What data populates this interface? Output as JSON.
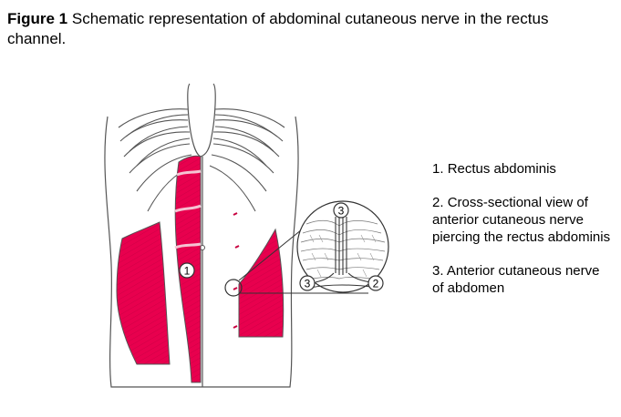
{
  "caption": {
    "label": "Figure 1",
    "text": "Schematic representation of abdominal cutaneous nerve in the rectus channel."
  },
  "callouts": {
    "n1": "1",
    "n2": "2",
    "n3": "3"
  },
  "legend": {
    "items": [
      {
        "number": "1.",
        "text": "Rectus abdominis"
      },
      {
        "number": "2.",
        "text": "Cross-sectional view of anterior cutaneous nerve piercing the rectus abdominis"
      },
      {
        "number": "3.",
        "text": "Anterior cutaneous nerve of abdomen"
      }
    ]
  },
  "colors": {
    "muscle": "#e8004e",
    "muscle_dark": "#c8003f",
    "outline": "#444444"
  }
}
